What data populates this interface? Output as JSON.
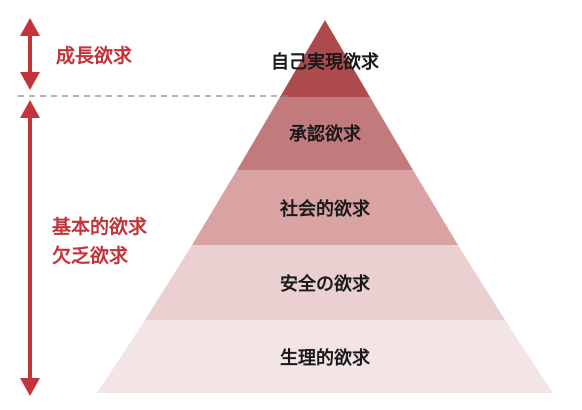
{
  "colors": {
    "accent": "#c0343a",
    "arrow": "#c0343a",
    "divider": "#888888",
    "level_fills": [
      "#f3e5e5",
      "#ead0d0",
      "#d9a3a3",
      "#c27a7d",
      "#ac4a4e"
    ]
  },
  "pyramid": {
    "levels": [
      {
        "label": "自己実現欲求"
      },
      {
        "label": "承認欲求"
      },
      {
        "label": "社会的欲求"
      },
      {
        "label": "安全の欲求"
      },
      {
        "label": "生理的欲求"
      }
    ]
  },
  "groups": {
    "growth": {
      "label": "成長欲求"
    },
    "basic": {
      "line1": "基本的欲求",
      "line2": "欠乏欲求"
    }
  }
}
